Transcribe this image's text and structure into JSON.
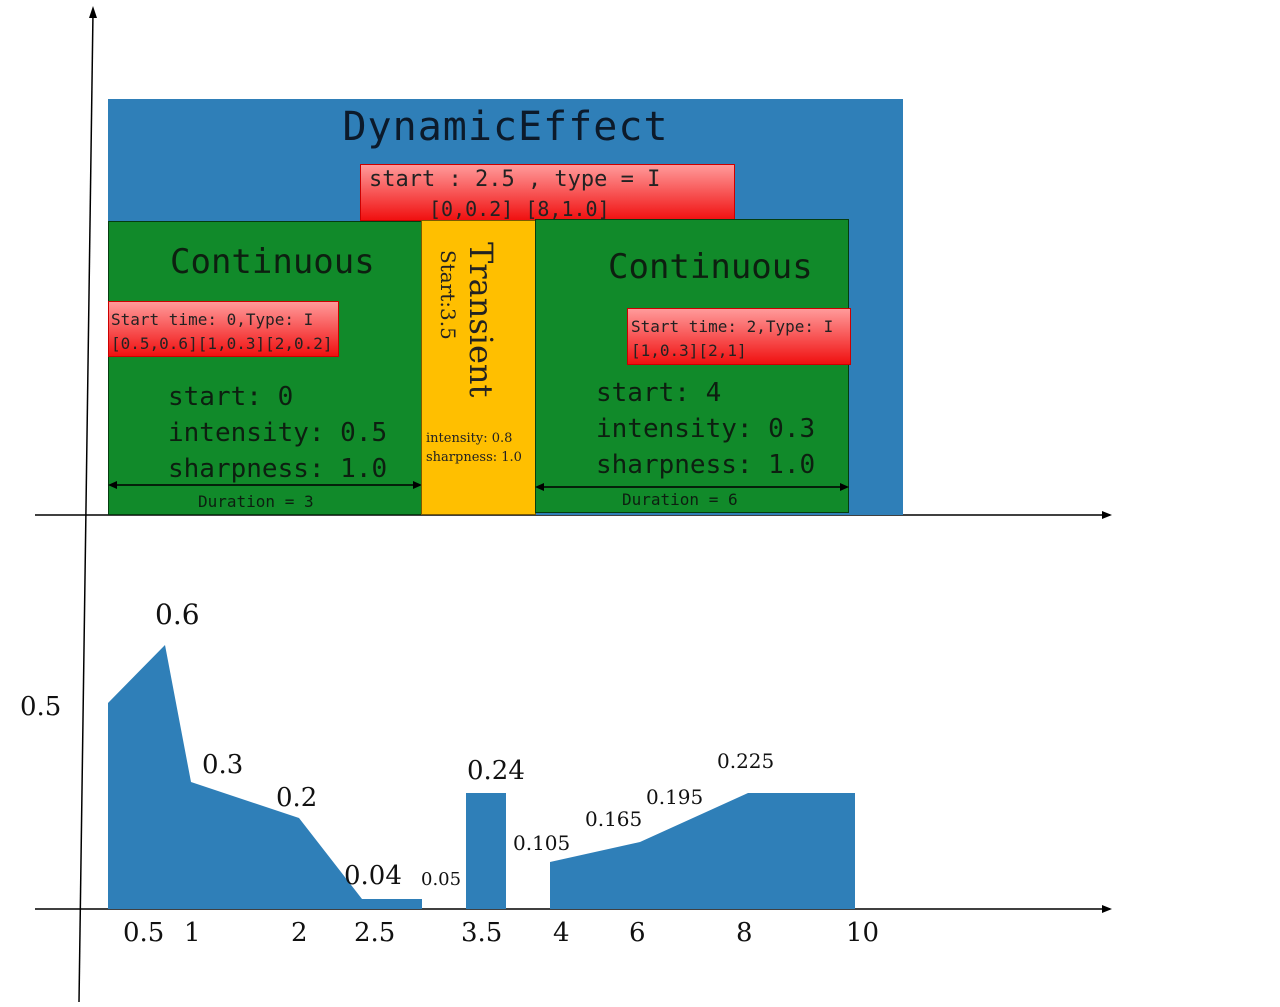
{
  "dynamic_effect": {
    "title": "DynamicEffect",
    "curve_line1": "start : 2.5 , type = I",
    "curve_line2": "[0,0.2] [8,1.0]"
  },
  "continuous_left": {
    "title": "Continuous",
    "curve_line1": "Start time: 0,Type: I",
    "curve_line2": "[0.5,0.6][1,0.3][2,0.2]",
    "start": "start: 0",
    "intensity": "intensity: 0.5",
    "sharpness": "sharpness: 1.0",
    "duration": "Duration  = 3"
  },
  "transient": {
    "title": "Transient",
    "start": "Start:3.5",
    "intensity": "intensity: 0.8",
    "sharpness": "sharpness: 1.0"
  },
  "continuous_right": {
    "title": "Continuous",
    "curve_line1": "Start time: 2,Type: I",
    "curve_line2": "[1,0.3][2,1]",
    "start": "start: 4",
    "intensity": "intensity: 0.3",
    "sharpness": "sharpness: 1.0",
    "duration": "Duration  = 6"
  },
  "colors": {
    "dynamic_effect": "#2f7fb8",
    "continuous": "#118a2a",
    "transient": "#ffbf00",
    "curve_box": "#f01010",
    "plot_fill": "#2f7fb8"
  },
  "chart_data": {
    "type": "area",
    "ylabel_tick": "0.5",
    "x_ticks": [
      "0.5",
      "1",
      "2",
      "2.5",
      "3.5",
      "4",
      "6",
      "8",
      "10"
    ],
    "series": [
      {
        "points": [
          {
            "x": 0,
            "y": 0.5
          },
          {
            "x": 0.5,
            "y": 0.6
          },
          {
            "x": 1,
            "y": 0.3
          },
          {
            "x": 2,
            "y": 0.2
          },
          {
            "x": 2.5,
            "y": 0.04
          },
          {
            "x": 3,
            "y": 0.04
          }
        ]
      },
      {
        "points": [
          {
            "x": 3.5,
            "y": 0.24
          },
          {
            "x": 3.6,
            "y": 0.24
          }
        ]
      },
      {
        "points": [
          {
            "x": 4,
            "y": 0.105
          },
          {
            "x": 6,
            "y": 0.165
          },
          {
            "x": 8,
            "y": 0.225
          },
          {
            "x": 10,
            "y": 0.225
          }
        ]
      }
    ],
    "point_labels": [
      "0.6",
      "0.3",
      "0.2",
      "0.04",
      "0.05",
      "0.24",
      "0.105",
      "0.165",
      "0.195",
      "0.225"
    ]
  }
}
